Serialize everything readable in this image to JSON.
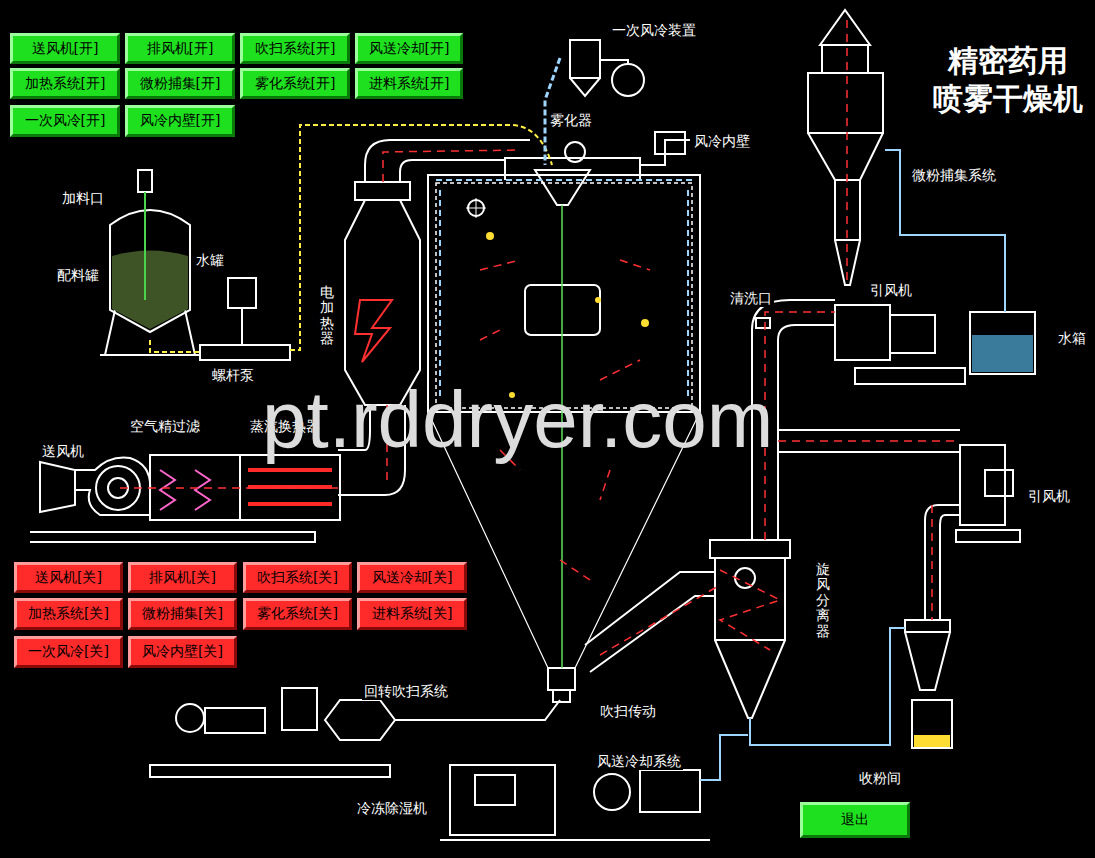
{
  "diagram": {
    "title": "精密药用 喷雾干燥机",
    "nodes": [
      {
        "text": [
          "送风机[开]"
        ]
      },
      {
        "text": [
          "排风机[开]"
        ]
      },
      {
        "text": [
          "吹扫系统[开]"
        ]
      },
      {
        "text": [
          "风送冷却[开]"
        ]
      },
      {
        "text": [
          "加热系统[开]"
        ]
      },
      {
        "text": [
          "微粉捕集[开]"
        ]
      },
      {
        "text": [
          "雾化系统[开]"
        ]
      },
      {
        "text": [
          "进料系统[开]"
        ]
      },
      {
        "text": [
          "一次风冷[开]"
        ]
      },
      {
        "text": [
          "风冷内壁[开]"
        ]
      },
      {
        "text": [
          "送风机[关]"
        ]
      },
      {
        "text": [
          "排风机[关]"
        ]
      },
      {
        "text": [
          "吹扫系统[关]"
        ]
      },
      {
        "text": [
          "风送冷却[关]"
        ]
      },
      {
        "text": [
          "加热系统[关]"
        ]
      },
      {
        "text": [
          "微粉捕集[关]"
        ]
      },
      {
        "text": [
          "雾化系统[关]"
        ]
      },
      {
        "text": [
          "进料系统[关]"
        ]
      },
      {
        "text": [
          "一次风冷[关]"
        ]
      },
      {
        "text": [
          "风冷内壁[关]"
        ]
      },
      {
        "text": [
          "退出"
        ]
      }
    ],
    "labels": [
      "加料口",
      "配料罐",
      "水罐",
      "螺杆泵",
      "电加热器",
      "送风机",
      "空气精过滤",
      "蒸汽换热器",
      "一次风冷装置",
      "雾化器",
      "风冷内壁",
      "微粉捕集系统",
      "清洗口",
      "引风机",
      "水箱",
      "引风机",
      "旋风分离器",
      "回转吹扫系统",
      "吹扫传动",
      "风送冷却系统",
      "冷冻除湿机",
      "收粉间",
      "pt.rddryer.com"
    ]
  }
}
